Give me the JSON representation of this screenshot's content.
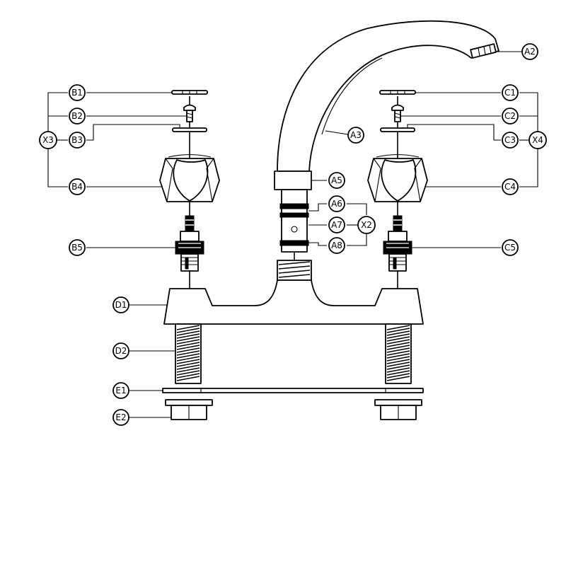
{
  "callouts": {
    "A2": "A2",
    "A3": "A3",
    "A5": "A5",
    "A6": "A6",
    "A7": "A7",
    "A8": "A8",
    "B1": "B1",
    "B2": "B2",
    "B3": "B3",
    "B4": "B4",
    "B5": "B5",
    "C1": "C1",
    "C2": "C2",
    "C3": "C3",
    "C4": "C4",
    "C5": "C5",
    "D1": "D1",
    "D2": "D2",
    "E1": "E1",
    "E2": "E2",
    "X2": "X2",
    "X3": "X3",
    "X4": "X4"
  }
}
